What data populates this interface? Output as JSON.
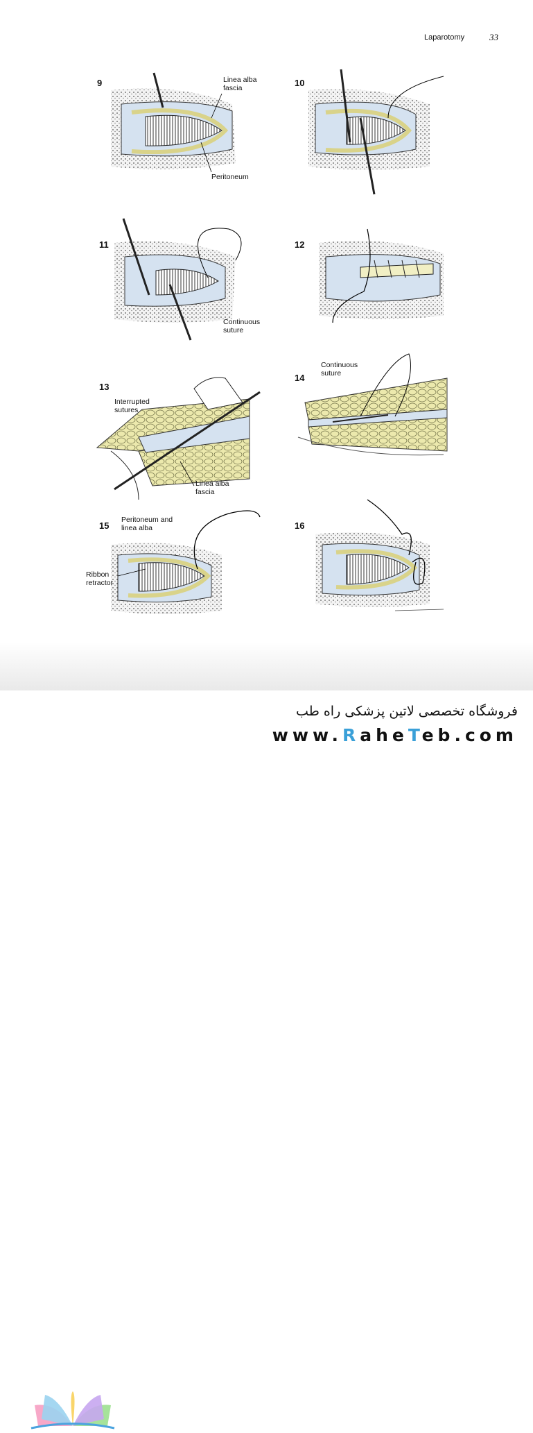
{
  "header": {
    "running_title": "Laparotomy",
    "page_number": "33"
  },
  "figures": [
    {
      "number": "9",
      "labels": [
        "Linea alba\nfascia",
        "Peritoneum"
      ]
    },
    {
      "number": "10",
      "labels": []
    },
    {
      "number": "11",
      "labels": [
        "Continuous\nsuture"
      ]
    },
    {
      "number": "12",
      "labels": []
    },
    {
      "number": "13",
      "labels": [
        "Interrupted\nsutures",
        "Linea alba\nfascia"
      ]
    },
    {
      "number": "14",
      "labels": [
        "Continuous\nsuture"
      ]
    },
    {
      "number": "15",
      "labels": [
        "Peritoneum and\nlinea alba",
        "Ribbon\nretractor"
      ]
    },
    {
      "number": "16",
      "labels": []
    }
  ],
  "footer": {
    "shop_name": "فروشگاه تخصصی لاتین پزشکی  راه طب",
    "site_prefix": "www.",
    "site_accent": "R",
    "site_rest_a": "ahe",
    "site_accent2": "T",
    "site_rest_b": "eb.com"
  },
  "colors": {
    "fascia_yellow": "#f1efc4",
    "tissue_blue": "#d5e2f0",
    "fat_yellow": "#e9e6a6"
  }
}
